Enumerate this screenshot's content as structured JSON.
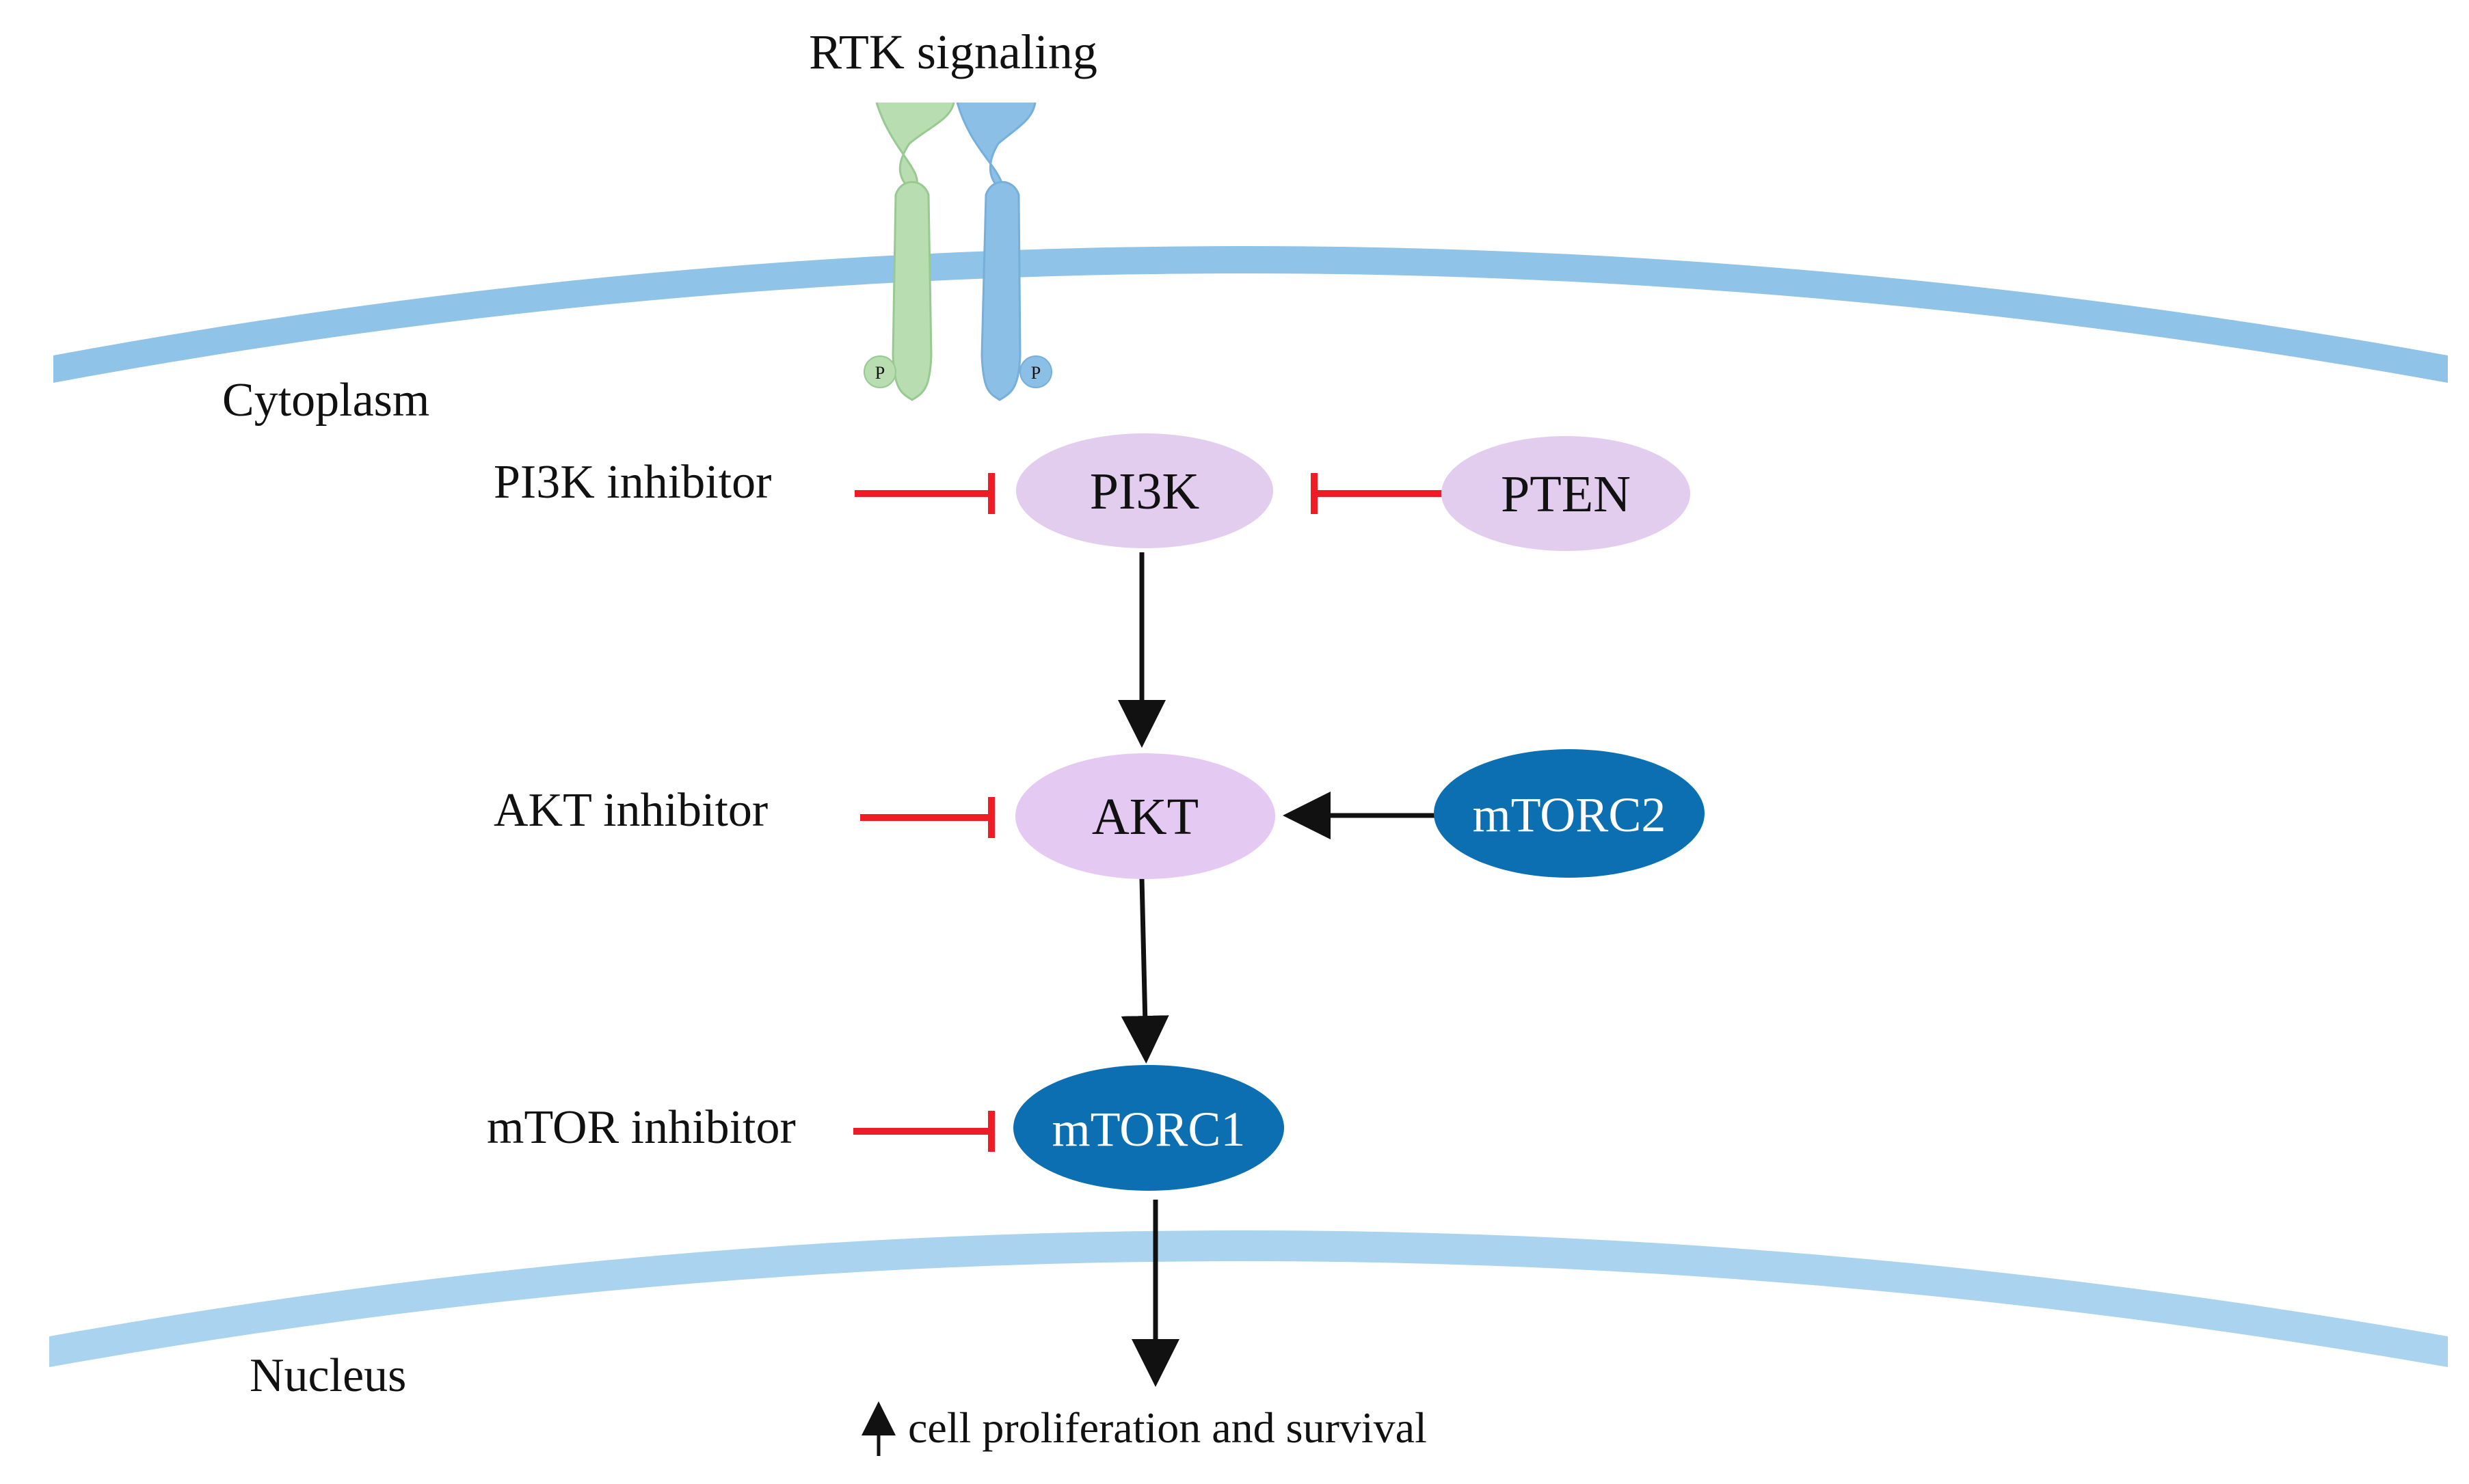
{
  "title": "RTK signaling",
  "compartments": {
    "cytoplasm": "Cytoplasm",
    "nucleus": "Nucleus"
  },
  "receptor": {
    "left_phospho": "P",
    "right_phospho": "P"
  },
  "nodes": {
    "pi3k": "PI3K",
    "pten": "PTEN",
    "akt": "AKT",
    "mtorc2": "mTORC2",
    "mtorc1": "mTORC1"
  },
  "inhibitors": {
    "pi3k": "PI3K inhibitor",
    "akt": "AKT inhibitor",
    "mtor": "mTOR inhibitor"
  },
  "outcome": {
    "arrow_icon": "up-arrow-icon",
    "text": "cell proliferation and survival"
  },
  "colors": {
    "membrane": "#8fc3e7",
    "nuclear_membrane": "#a9d3ee",
    "receptor_green": "#b7ddb1",
    "receptor_blue": "#8cbfe5",
    "light_purple": "#e2cdee",
    "dark_blue": "#0b6fb2",
    "inhibition_red": "#ee1c25",
    "activation_black": "#111111"
  }
}
